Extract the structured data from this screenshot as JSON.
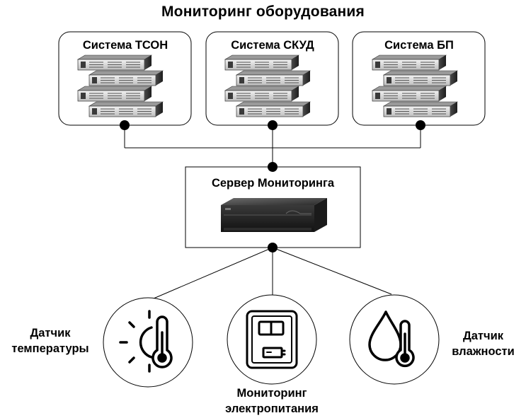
{
  "title": "Мониторинг оборудования",
  "systems": [
    {
      "label": "Система ТСОН",
      "icon": "server-rack-icon"
    },
    {
      "label": "Система СКУД",
      "icon": "server-rack-icon"
    },
    {
      "label": "Система БП",
      "icon": "server-rack-icon"
    }
  ],
  "server": {
    "label": "Сервер Мониторинга",
    "icon": "server-unit-icon"
  },
  "sensors": [
    {
      "line1": "Датчик",
      "line2": "температуры",
      "icon": "thermometer-sun-icon"
    },
    {
      "line1": "Мониторинг",
      "line2": "электропитания",
      "icon": "power-supply-icon"
    },
    {
      "line1": "Датчик",
      "line2": "влажности",
      "icon": "humidity-drop-icon"
    }
  ],
  "colors": {
    "stroke": "#000000",
    "rack_dark": "#2a2a2a",
    "rack_light": "#d8d8d8"
  }
}
